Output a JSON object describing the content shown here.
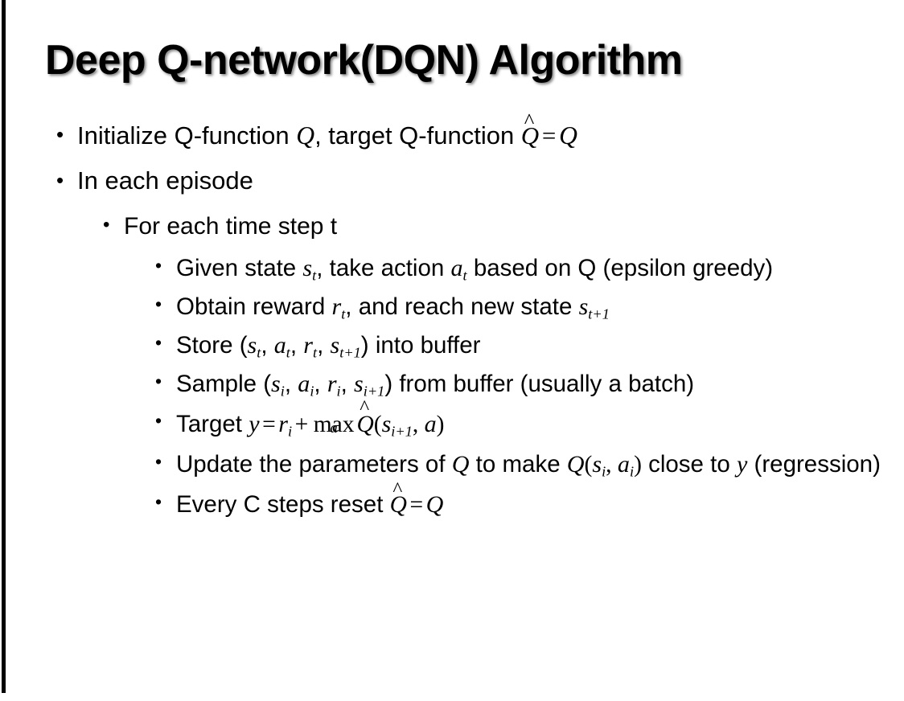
{
  "slide": {
    "title": "Deep Q-network(DQN) Algorithm",
    "background_color": "#ffffff",
    "text_color": "#000000",
    "left_rule_color": "#000000",
    "bullet_glyph": "•"
  },
  "bullets": {
    "b1": {
      "level": 1,
      "pre": "Initialize Q-function ",
      "var_q1": "Q",
      "mid": ", target Q-function ",
      "hat_q": "Q",
      "hat": "^",
      "equals": "=",
      "var_q2": "Q",
      "plain": "Initialize Q-function Q, target Q-function Q̂ = Q"
    },
    "b2": {
      "level": 1,
      "text": "In each episode"
    },
    "b3": {
      "level": 2,
      "text": "For each time step t"
    },
    "b4": {
      "level": 3,
      "pre": "Given state ",
      "var_s": "s",
      "sub_s": "t",
      "mid": ", take action ",
      "var_a": "a",
      "sub_a": "t",
      "post": " based on Q (epsilon greedy)",
      "plain": "Given state s_t, take action a_t based on Q (epsilon greedy)"
    },
    "b5": {
      "level": 3,
      "pre": "Obtain reward ",
      "var_r": "r",
      "sub_r": "t",
      "mid": ", and reach new state ",
      "var_s": "s",
      "sub_s": "t+1",
      "plain": "Obtain reward r_t, and reach new state s_{t+1}"
    },
    "b6": {
      "level": 3,
      "pre": "Store (",
      "var_s1": "s",
      "sub_s1": "t",
      "sep1": ", ",
      "var_a": "a",
      "sub_a": "t",
      "sep2": ", ",
      "var_r": "r",
      "sub_r": "t",
      "sep3": ", ",
      "var_s2": "s",
      "sub_s2": "t+1",
      "post": ") into buffer",
      "plain": "Store (s_t, a_t, r_t, s_{t+1}) into buffer"
    },
    "b7": {
      "level": 3,
      "pre": "Sample (",
      "var_s1": "s",
      "sub_s1": "i",
      "sep1": ", ",
      "var_a": "a",
      "sub_a": "i",
      "sep2": ", ",
      "var_r": "r",
      "sub_r": "i",
      "sep3": ", ",
      "var_s2": "s",
      "sub_s2": "i+1",
      "post": ") from buffer (usually a batch)",
      "plain": "Sample (s_i, a_i, r_i, s_{i+1}) from buffer (usually a batch)"
    },
    "b8": {
      "level": 3,
      "pre": "Target ",
      "var_y": "y",
      "equals": "=",
      "var_r": "r",
      "sub_r": "i",
      "plus": "+",
      "max_label": "max",
      "max_under": "a",
      "hat_q": "Q",
      "hat": "^",
      "paren_open": "(",
      "var_s": "s",
      "sub_s": "i+1",
      "comma": ", ",
      "var_a": "a",
      "paren_close": ")",
      "plain": "Target y = r_i + max_a Q̂(s_{i+1}, a)"
    },
    "b9": {
      "level": 3,
      "pre": "Update the parameters of ",
      "var_q1": "Q",
      "mid": " to make ",
      "var_q2": "Q",
      "paren_open": "(",
      "var_s": "s",
      "sub_s": "i",
      "comma": ", ",
      "var_a": "a",
      "sub_a": "i",
      "paren_close": ")",
      "post": " close to ",
      "var_y": "y",
      "tail": " (regression)",
      "plain": "Update the parameters of Q to make Q(s_i, a_i) close to y (regression)"
    },
    "b10": {
      "level": 3,
      "pre": "Every C steps reset ",
      "hat_q": "Q",
      "hat": "^",
      "equals": "=",
      "var_q": "Q",
      "plain": "Every C steps reset Q̂ = Q"
    }
  }
}
